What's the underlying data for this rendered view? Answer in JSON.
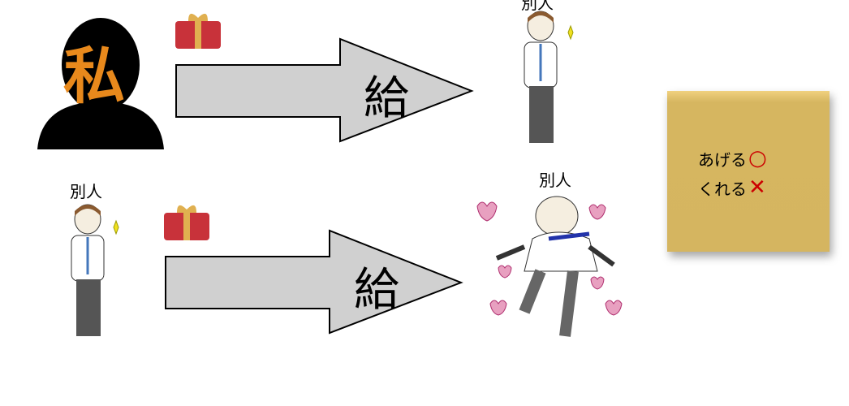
{
  "row1": {
    "self_char": "私",
    "recipient_label": "別人",
    "arrow_char": "給"
  },
  "row2": {
    "giver_label": "別人",
    "recipient_label": "別人",
    "arrow_char": "給"
  },
  "note": {
    "line1": "あげる",
    "line1_mark": "○",
    "line2": "くれる",
    "line2_mark": "✕"
  },
  "colors": {
    "note": "#d5b560",
    "self_char": "#e8891c",
    "arrow_fill": "#d0d0d0",
    "mark": "#cc0000"
  }
}
